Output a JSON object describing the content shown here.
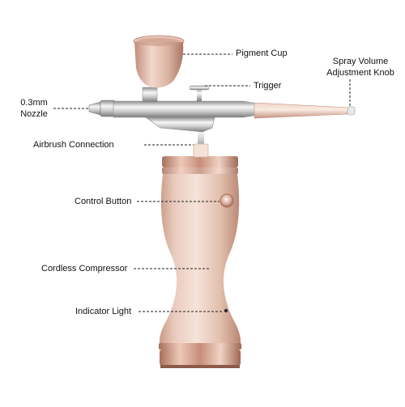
{
  "labels": {
    "pigment_cup": "Pigment Cup",
    "spray_volume_line1": "Spray Volume",
    "spray_volume_line2": "Adjustment Knob",
    "trigger": "Trigger",
    "nozzle_line1": "0.3mm",
    "nozzle_line2": "Nozzle",
    "airbrush_connection": "Airbrush Connection",
    "control_button": "Control Button",
    "cordless_compressor": "Cordless Compressor",
    "indicator_light": "Indicator Light"
  },
  "colors": {
    "rose_gold_light": "#f3ddd2",
    "rose_gold_mid": "#ddb8a6",
    "rose_gold_dark": "#b98672",
    "chrome_light": "#f4f4f4",
    "chrome_dark": "#9a9a9a",
    "leader_line": "#222222"
  }
}
